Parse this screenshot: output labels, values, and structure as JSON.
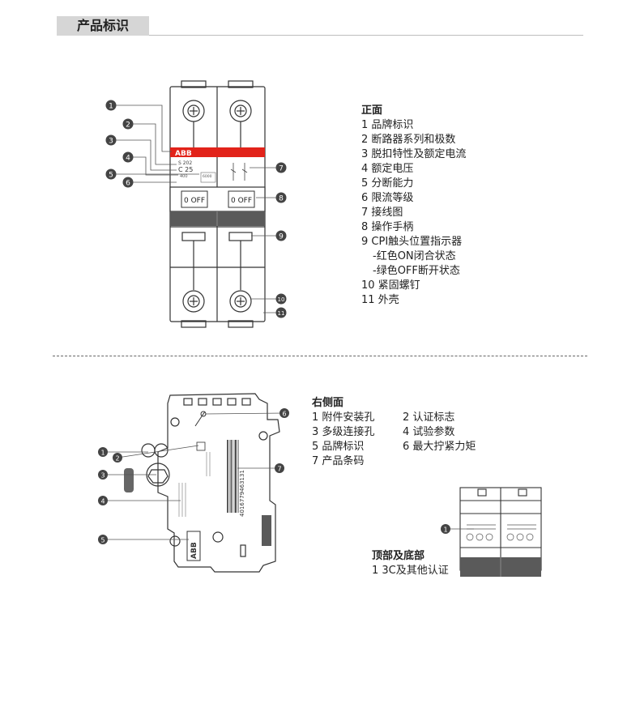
{
  "header": {
    "title": "产品标识"
  },
  "front": {
    "title": "正面",
    "items": [
      "1 品牌标识",
      "2 断路器系列和极数",
      "3 脱扣特性及额定电流",
      "4 额定电压",
      "5 分断能力",
      "6 限流等级",
      "7 接线图",
      "8 操作手柄",
      "9 CPI触头位置指示器"
    ],
    "sub_items": [
      "-红色ON闭合状态",
      "-绿色OFF断开状态"
    ],
    "items_tail": [
      "10 紧固螺钉",
      "11 外壳"
    ],
    "callouts": [
      "1",
      "2",
      "3",
      "4",
      "5",
      "6",
      "7",
      "8",
      "9",
      "10",
      "11"
    ],
    "device_labels": {
      "brand": "ABB",
      "series": "S 202",
      "rating": "C 25",
      "voltage": "400",
      "breaking": "6000",
      "handle_1": "0 OFF",
      "handle_2": "0 OFF"
    }
  },
  "side": {
    "title": "右侧面",
    "col1": [
      "1 附件安装孔",
      "3 多级连接孔",
      "5 品牌标识",
      "7 产品条码"
    ],
    "col2": [
      "2 认证标志",
      "4 试验参数",
      "6 最大拧紧力矩",
      ""
    ],
    "callouts": [
      "1",
      "2",
      "3",
      "4",
      "5",
      "6",
      "7"
    ],
    "brand": "ABB",
    "barcode_digits": "4016779463131"
  },
  "topbottom": {
    "title": "顶部及底部",
    "items": [
      "1 3C及其他认证"
    ],
    "callouts": [
      "1"
    ]
  },
  "colors": {
    "brand_red": "#e2231a",
    "handle_dark": "#555555",
    "line": "#333333"
  }
}
